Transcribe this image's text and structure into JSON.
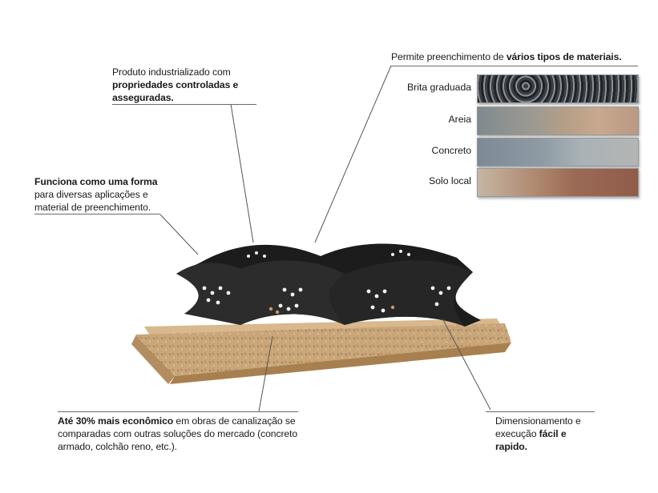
{
  "callouts": {
    "top_center": {
      "line1": "Produto industrializado com",
      "bold": "propriedades controladas e asseguradas."
    },
    "left": {
      "bold": "Funciona como uma forma",
      "rest": "para diversas aplicações e material de preenchimento."
    },
    "bottom_left": {
      "bold": "Até 30% mais econômico",
      "rest": " em obras de canalização se comparadas com outras soluções do mercado (concreto armado, colchão reno, etc.)."
    },
    "bottom_right": {
      "line1": "Dimensionamento e execução ",
      "bold": "fácil e rapido."
    },
    "top_right": {
      "prefix": "Permite preenchimento de ",
      "bold": "vários tipos de materiais."
    }
  },
  "materials": [
    {
      "label": "Brita graduada",
      "swatch": "gravel"
    },
    {
      "label": "Areia",
      "swatch": "sand"
    },
    {
      "label": "Concreto",
      "swatch": "concrete"
    },
    {
      "label": "Solo local",
      "swatch": "soil"
    }
  ],
  "colors": {
    "cell": "#1c1c1c",
    "soil_base": "#c9a57a",
    "rule": "#6a6a6a"
  }
}
